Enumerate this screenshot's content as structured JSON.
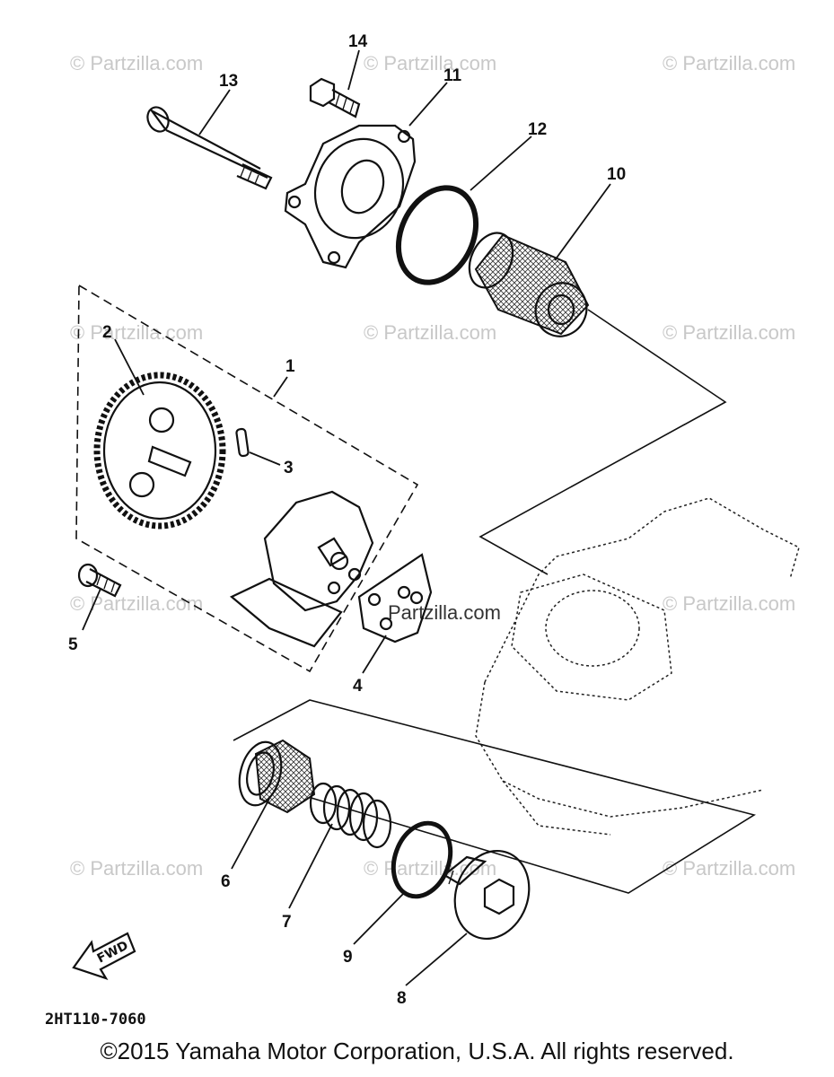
{
  "watermark": "© Partzilla.com",
  "watermark_main": "Partzilla.com",
  "diagram_code": "2HT110-7060",
  "fwd_label": "FWD",
  "copyright": "©2015 Yamaha Motor Corporation, U.S.A. All rights reserved.",
  "callouts": [
    "1",
    "2",
    "3",
    "4",
    "5",
    "6",
    "7",
    "8",
    "9",
    "10",
    "11",
    "12",
    "13",
    "14"
  ]
}
